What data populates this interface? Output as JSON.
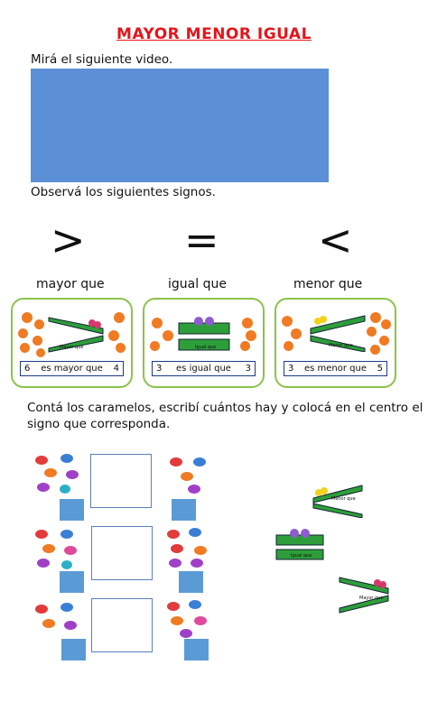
{
  "title": "MAYOR MENOR IGUAL",
  "intro_text": "Mirá el siguiente video.",
  "observe_text": "Observá los siguientes signos.",
  "signs": [
    {
      "symbol": ">",
      "label": "mayor que"
    },
    {
      "symbol": "=",
      "label": "igual que"
    },
    {
      "symbol": "<",
      "label": "menor que"
    }
  ],
  "examples": [
    {
      "left": "6",
      "phrase": "es mayor que",
      "right": "4"
    },
    {
      "left": "3",
      "phrase": "es igual que",
      "right": "3"
    },
    {
      "left": "3",
      "phrase": "es menor que",
      "right": "5"
    }
  ],
  "instruction_line1": "Contá los caramelos, escribí cuántos hay y colocá en el centro el",
  "instruction_line2": "signo que corresponda.",
  "colors": {
    "title": "#e5141b",
    "video": "#5b8fd6",
    "card_border": "#8bc34a",
    "answer_square": "#5b9bd5",
    "croc": "#2e9e3a",
    "dot": "#f07b23"
  },
  "croc_labels": {
    "mayor": "Mayor que",
    "igual": "Igual que",
    "menor": "Menor que"
  }
}
